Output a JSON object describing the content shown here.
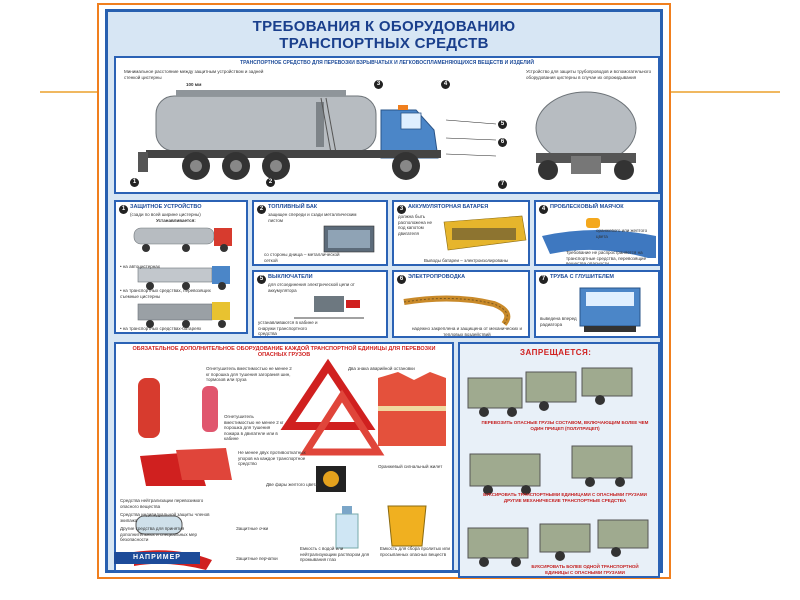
{
  "poster": {
    "title_line1": "ТРЕБОВАНИЯ К ОБОРУДОВАНИЮ",
    "title_line2": "ТРАНСПОРТНЫХ СРЕДСТВ",
    "top_panel": {
      "heading": "ТРАНСПОРТНОЕ СРЕДСТВО ДЛЯ ПЕРЕВОЗКИ ВЗРЫВЧАТЫХ И ЛЕГКОВОСПЛАМЕНЯЮЩИХСЯ ВЕЩЕСТВ И ИЗДЕЛИЙ",
      "distance_note": "Минимальное расстояние между защитным устройством и задней стенкой цистерны",
      "distance_value": "100 мм",
      "rear_note": "Устройство для защиты трубопроводов и вспомогательного оборудования цистерны в случае их опрокидывания",
      "markers": [
        "1",
        "2",
        "3",
        "4",
        "5",
        "6",
        "7"
      ]
    },
    "panels": [
      {
        "num": "1",
        "heading": "ЗАЩИТНОЕ УСТРОЙСТВО",
        "sub": "(сзади по всей ширине цистерны)",
        "sub2": "Устанавливается:",
        "items": [
          "• на автоцистернах",
          "• на транспортных средствах, перевозящих съемные цистерны",
          "• на транспортных средствах-батареях"
        ]
      },
      {
        "num": "2",
        "heading": "ТОПЛИВНЫЙ БАК",
        "sub": "защищен спереди и сзади металлическим листом",
        "note": "со стороны днища – металлической сеткой"
      },
      {
        "num": "3",
        "heading": "АККУМУЛЯТОРНАЯ БАТАРЕЯ",
        "sub": "должна быть расположена не под капотом двигателя",
        "note": "Выводы батареи – электроизолированы"
      },
      {
        "num": "4",
        "heading": "ПРОБЛЕСКОВЫЙ МАЯЧОК",
        "sub": "оранжевого или желтого цвета",
        "note": "Требование не распространяется на транспортные средства, перевозящие вещества опасности"
      },
      {
        "num": "5",
        "heading": "ВЫКЛЮЧАТЕЛИ",
        "sub": "для отсоединения электрической цепи от аккумулятора",
        "note": "устанавливаются в кабине и снаружи транспортного средства"
      },
      {
        "num": "6",
        "heading": "ЭЛЕКТРОПРОВОДКА",
        "note": "надежно закреплена и защищена от механических и тепловых воздействий"
      },
      {
        "num": "7",
        "heading": "ТРУБА С ГЛУШИТЕЛЕМ",
        "note": "выведена вперед радиатора"
      }
    ],
    "mandatory": {
      "heading": "ОБЯЗАТЕЛЬНОЕ ДОПОЛНИТЕЛЬНОЕ ОБОРУДОВАНИЕ КАЖДОЙ ТРАНСПОРТНОЙ ЕДИНИЦЫ ДЛЯ ПЕРЕВОЗКИ ОПАСНЫХ ГРУЗОВ",
      "notes": [
        "Огнетушитель вместимостью не менее 2 кг порошка для тушения загорания шин, тормозов или груза",
        "Два знака аварийной остановки",
        "Огнетушитель вместимостью не менее 2 кг порошка для тушения пожара в двигателе или в кабине",
        "Не менее двух противооткатных упоров на каждое транспортное средство",
        "Две фары желтого цвета",
        "Оранжевый сигнальный жилет",
        "Средства нейтрализации перевозимого опасного вещества",
        "Средства индивидуальной защиты членов экипажа",
        "Другие средства для принятия дополнительных и специальных мер безопасности",
        "Защитные очки",
        "Защитные перчатки",
        "Емкость с водой или нейтрализующим раствором для промывания глаз",
        "Емкость для сбора пролитых или просыпанных опасных веществ"
      ]
    },
    "forbidden": {
      "heading": "ЗАПРЕЩАЕТСЯ:",
      "items": [
        "ПЕРЕВОЗИТЬ ОПАСНЫЕ ГРУЗЫ СОСТАВОМ, ВКЛЮЧАЮЩИМ БОЛЕЕ ЧЕМ ОДИН ПРИЦЕП (ПОЛУПРИЦЕП)",
        "БУКСИРОВАТЬ ТРАНСПОРТНЫМИ ЕДИНИЦАМИ С ОПАСНЫМИ ГРУЗАМИ ДРУГИЕ МЕХАНИЧЕСКИЕ ТРАНСПОРТНЫЕ СРЕДСТВА",
        "БУКСИРОВАТЬ БОЛЕЕ ОДНОЙ ТРАНСПОРТНОЙ ЕДИНИЦЫ С ОПАСНЫМИ ГРУЗАМИ"
      ]
    },
    "footer": "НАПРИМЕР",
    "colors": {
      "frame": "#2b62b5",
      "accent_orange": "#f07f1e",
      "warn_red": "#d0201f",
      "cab_blue": "#4b86c8"
    }
  }
}
